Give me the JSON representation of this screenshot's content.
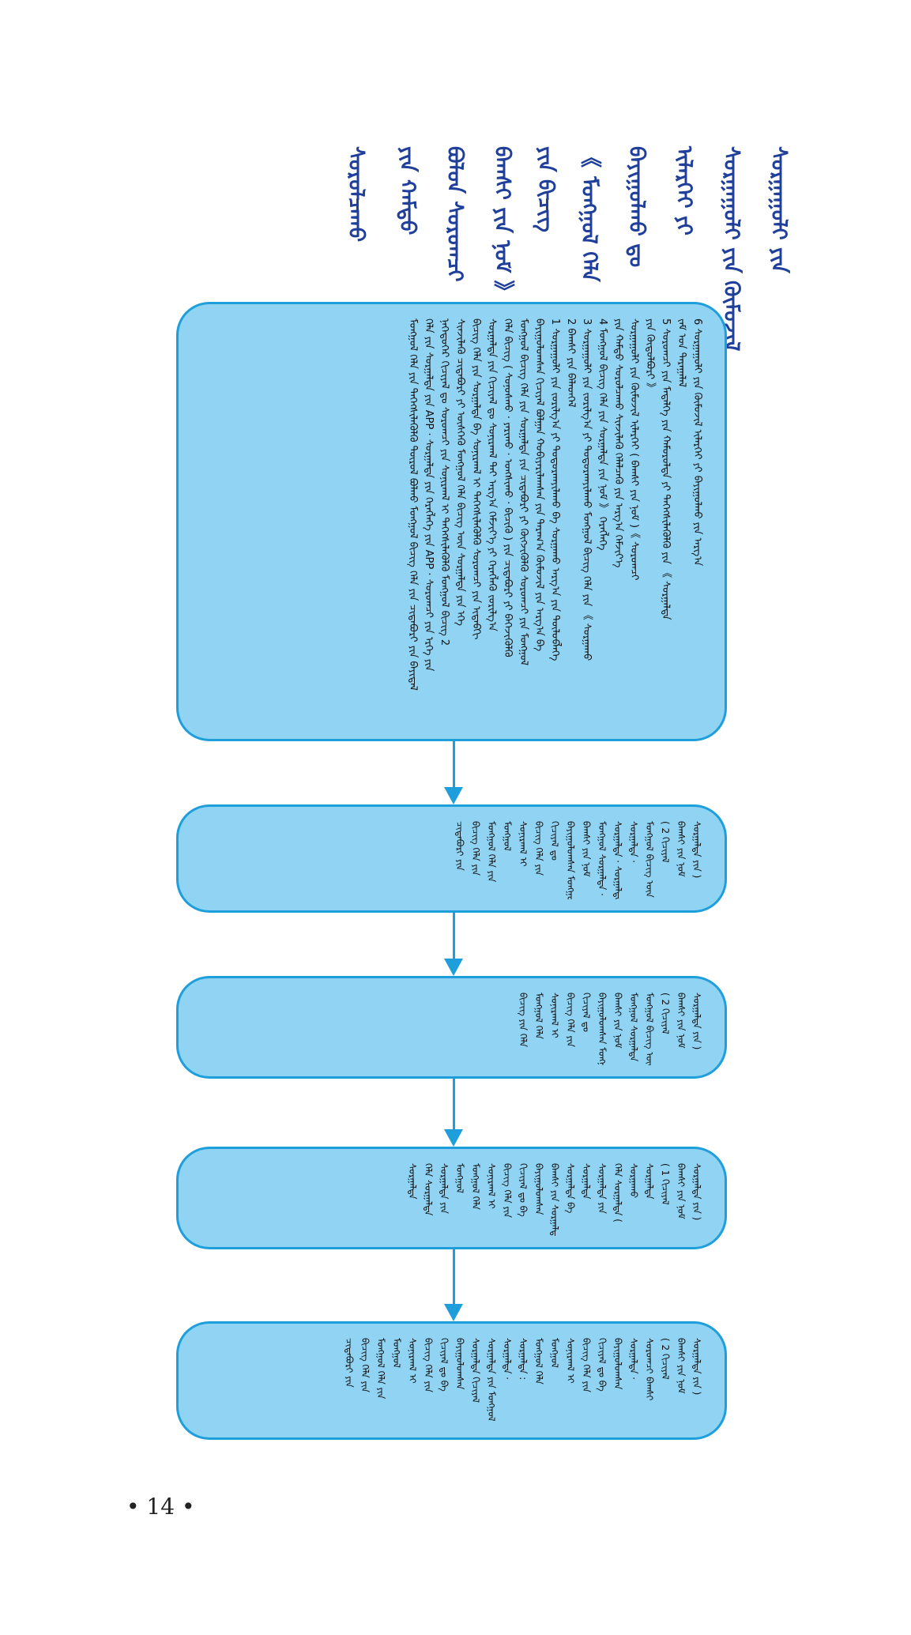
{
  "title": {
    "columns": [
      "ᠰᠤᠷᠭᠠᠭᠤᠯᠢ ᠶᠢᠨ",
      "ᠰᠤᠷᠭᠠᠭᠤᠯᠢ ᠶᠢᠨ ᠬᠥᠮᠦᠵᠢᠯ",
      "ᠢᠯᠡᠷᠬᠡᠢ ᠶᠢ",
      "ᠪᠠᠶᠢᠭᠤᠯᠬᠤ ᠳᠤ",
      "《 ᠮᠣᠩᠭᠣᠯ ᠬᠡᠯᠡ",
      "ᠶᠢᠨ ᠪᠢᠴᠢᠭ",
      "ᠪᠠᠭᠰᠢ ᠶᠢᠨ ᠨᠣᠮ 》",
      "ᠪᠣᠯᠤᠨ ᠰᠤᠷᠤᠭᠴᠢ",
      "ᠶᠢᠨ ᠬᠠᠮᠲᠤ",
      "ᠰᠤᠷᠤᠯᠴᠠᠬᠤ"
    ]
  },
  "box1": {
    "lines": [
      "6 ᠰᠤᠷᠭᠠᠭᠤᠯᠢ ᠶᠢᠨ ᠬᠥᠮᠦᠵᠢᠯ ᠢᠯᠡᠷᠬᠡᠢ ᠶᠢ ᠪᠠᠶᠢᠭᠤᠯᠬᠤ ᠶᠢᠨ ᠠᠷᠭ᠎ᠠ",
      "ᠵᠠᠮ ᠤᠨ ᠳᠠᠷᠠᠭᠠᠯᠠᠯ",
      "5 ᠰᠤᠷᠤᠭᠴᠢ ᠶᠢᠨ ᠮᠡᠳᠡᠯᠭᠡ ᠶᠢᠨ ᠬᠠᠮᠤᠷᠤᠯᠲᠠ ᠶᠢ ᠳᠡᠭᠡᠭᠰᠢᠯᠡᠭᠦᠯᠬᠦ ᠶᠢᠨ 《 ᠰᠤᠷᠭᠠᠯᠲᠠ",
      "ᠶᠢᠨ ᠬᠥᠲᠦᠯᠪᠦᠷᠢ 》",
      "ᠰᠤᠷᠭᠠᠭᠤᠯᠢ ᠶᠢᠨ ᠬᠥᠮᠦᠵᠢᠯ ᠢᠯᠡᠷᠬᠡᠢ ( ᠪᠠᠭᠰᠢ ᠶᠢᠨ ᠨᠣᠮ )《 ᠰᠤᠷᠤᠭᠴᠢ",
      "ᠶᠢᠨ ᠬᠠᠮᠲᠤ ᠰᠤᠷᠤᠯᠴᠠᠬᠤ ᠰᠢᠨᠵᠢᠯᠡᠬᠦ ᠬᠡᠯᠡᠯᠴᠡᠬᠦ ᠶᠢᠨ ᠠᠷᠭ᠎ᠠ ᠬᠡᠮᠵᠢᠶ᠎ᠡ",
      "4 ᠮᠣᠩᠭᠣᠯ ᠪᠢᠴᠢᠭ ᠬᠡᠯᠡ ᠶᠢᠨ ᠰᠤᠷᠭᠠᠯᠲᠠ ᠶᠢᠨ ᠨᠣᠮ 》 ᠬᠡᠷᠡᠭᠯᠡᠭᠡ",
      "3 ᠰᠤᠷᠭᠠᠭᠤᠯᠢ ᠶᠢᠨ ᠵᠣᠷᠢᠯᠭ᠎ᠠ ᠶᠢ ᠲᠣᠳᠣᠷᠬᠠᠶᠢᠯᠠᠬᠤ ᠮᠣᠩᠭᠣᠯ ᠪᠢᠴᠢᠭ ᠬᠡᠯᠡ ᠶᠢᠨ 《 ᠰᠤᠷᠭᠠᠬᠤ",
      "2 ᠪᠠᠭᠰᠢ ᠶᠢᠨ ᠪᠡᠯᠡᠳᠬᠡᠯ",
      "1 ᠰᠤᠷᠭᠠᠭᠤᠯᠢ ᠶᠢᠨ ᠵᠣᠷᠢᠯᠭ᠎ᠠ ᠶᠢ ᠲᠣᠳᠣᠷᠬᠠᠶᠢᠯᠠᠬᠤ ᠪᠠ ᠰᠤᠷᠭᠠᠬᠤ ᠠᠷᠭ᠎ᠠ ᠶᠢᠨ ᠲᠥᠯᠥᠪᠯᠡᠭᠡ",
      "ᠪᠠᠶᠢᠭᠤᠯᠤᠭᠰᠠᠨ ᠬᠢᠴᠢᠶᠡᠯ ᠪᠣᠯᠭᠠᠨ ᠬᠤᠪᠢᠶᠠᠷᠢᠯᠠᠭᠰᠠᠨ ᠶᠢᠨ ᠳᠠᠷᠠᠭ᠎ᠠ ᠬᠥᠮᠦᠵᠢᠯ ᠶᠢᠨ ᠠᠷᠭ᠎ᠠ ᠪᠠ",
      "ᠮᠣᠩᠭᠣᠯ ᠪᠢᠴᠢᠭ ᠬᠡᠯᠡ ᠶᠢᠨ ᠰᠤᠷᠭᠠᠯᠲᠠ ᠶᠢᠨ ᠴᠢᠳᠠᠪᠤᠷᠢ ᠶᠢ ᠬᠥᠭᠵᠢᠭᠦᠯᠬᠦ ᠰᠤᠷᠤᠭᠴᠢ ᠶᠢᠨ ᠮᠣᠩᠭᠣᠯ",
      "ᠬᠡᠯᠡ ᠪᠢᠴᠢᠭ ( ᠰᠣᠨᠣᠰᠬᠤ · ᠶᠠᠷᠢᠬᠤ · ᠤᠩᠰᠢᠬᠤ · ᠪᠢᠴᠢᠬᠦ ) ᠶᠢᠨ ᠴᠢᠳᠠᠪᠤᠷᠢ ᠶᠢ ᠪᠡᠬᠡᠵᠢᠭᠦᠯᠬᠦ",
      "ᠰᠤᠷᠭᠠᠯᠲᠠ ᠶᠢᠨ ᠬᠢᠴᠢᠶᠡᠯ ᠳᠤ ᠰᠣᠨᠢᠷᠬᠠᠯ ᠲᠠᠢ ᠠᠷᠭ᠎ᠠ ᠬᠡᠮᠵᠢᠶ᠎ᠡ ᠶᠢ ᠬᠡᠷᠡᠭᠯᠡᠬᠦ ᠵᠣᠷᠢᠯᠭ᠎ᠠ",
      "ᠪᠢᠴᠢᠭ ᠬᠡᠯᠡ ᠶᠢᠨ ᠰᠤᠷᠭᠠᠯᠲᠠ ᠪᠠ ᠰᠣᠨᠢᠷᠬᠠᠯ ᠢ ᠳᠡᠭᠡᠭᠰᠢᠯᠡᠭᠦᠯᠬᠦ ᠰᠤᠷᠤᠭᠴᠢ ᠶᠢᠨ ᠢᠳᠡᠪᠬᠢ",
      "ᠰᠢᠨᠵᠢᠯᠡᠬᠦ ᠴᠢᠳᠠᠪᠤᠷᠢ ᠶᠢ ᠥᠰᠬᠡᠬᠦ ᠮᠣᠩᠭᠣᠯ ᠬᠡᠯᠡ ᠪᠢᠴᠢᠭ ᠦᠨ ᠰᠤᠷᠭᠠᠯᠲᠠ ᠶᠢᠨ ᠡᠬᠡ",
      "ᠨᠡᠭᠡᠳᠦᠭᠡᠷ ᠬᠢᠴᠢᠶᠡᠯ ᠳᠤ ᠰᠤᠷᠤᠭᠴᠢ ᠶᠢᠨ ᠰᠣᠨᠢᠷᠬᠠᠯ ᠢ ᠳᠡᠭᠡᠭᠰᠢᠯᠡᠭᠦᠯᠬᠦ ᠮᠣᠩᠭᠣᠯ ᠪᠢᠴᠢᠭ 2",
      "ᠬᠡᠯᠡ ᠶᠢᠨ ᠰᠤᠷᠭᠠᠯᠲᠠ ᠶᠢᠨ APP · ᠰᠤᠷᠭᠠᠯᠲᠠ ᠶᠢᠨ ᠬᠡᠷᠡᠭᠯᠡᠭᠡ ᠶᠢᠨ APP · ᠰᠤᠷᠤᠭᠴᠢ ᠶᠢᠨ ᠡᠷᠬᠡ ᠶᠢᠨ",
      "ᠮᠣᠩᠭᠣᠯ ᠬᠡᠯᠡ ᠶᠢᠨ ᠳᠡᠭᠡᠭᠰᠢᠯᠡᠭᠦᠯᠬᠦ ᠲᠥᠷᠥᠯ ᠪᠣᠯᠬᠤ ᠮᠣᠩᠭᠣᠯ ᠪᠢᠴᠢᠭ ᠬᠡᠯᠡ ᠶᠢᠨ ᠴᠢᠳᠠᠪᠤᠷᠢ ᠶᠢᠨ ᠪᠠᠶᠢᠳᠠᠯ"
    ]
  },
  "box2": {
    "lines": [
      "ᠰᠤᠷᠭᠠᠯᠲᠠ ᠶᠢᠨ )",
      "ᠪᠠᠭᠰᠢ ᠶᠢᠨ ᠨᠣᠮ",
      "( 2 ᠬᠢᠴᠢᠶᠡᠯ",
      "ᠮᠣᠩᠭᠣᠯ ᠪᠢᠴᠢᠭ ᠦᠨ",
      "ᠰᠤᠷᠭᠠᠯᠲᠠ ·",
      "ᠰᠤᠷᠭᠠᠯᠲᠠ · ᠰᠤᠷᠭᠠᠯᠲᠠ",
      "ᠮᠣᠩᠭᠣᠯ ᠰᠤᠷᠭᠠᠯᠲᠠ ·",
      "ᠪᠠᠭᠰᠢ ᠶᠢᠨ ᠨᠣᠮ",
      "ᠪᠠᠶᠢᠭᠤᠯᠤᠭᠰᠠᠨ ᠮᠣᠩᠭᠣᠯ",
      "ᠬᠢᠴᠢᠶᠡᠯ ᠳᠤ",
      "ᠪᠢᠴᠢᠭ ᠬᠡᠯᠡ ᠶᠢᠨ",
      "ᠰᠣᠨᠢᠷᠬᠠᠯ ᠢ",
      "ᠮᠣᠩᠭᠣᠯ",
      "ᠮᠣᠩᠭᠣᠯ ᠬᠡᠯᠡ ᠶᠢᠨ",
      "ᠪᠢᠴᠢᠭ ᠬᠡᠯᠡ ᠶᠢᠨ",
      "ᠴᠢᠳᠠᠪᠤᠷᠢ ᠶᠢᠨ"
    ]
  },
  "box3": {
    "lines": [
      "ᠰᠤᠷᠭᠠᠯᠲᠠ ᠶᠢᠨ )",
      "ᠪᠠᠭᠰᠢ ᠶᠢᠨ ᠨᠣᠮ",
      "( 2 ᠬᠢᠴᠢᠶᠡᠯ",
      "ᠮᠣᠩᠭᠣᠯ ᠪᠢᠴᠢᠭ ᠦᠨ",
      "ᠮᠣᠩᠭᠣᠯ ᠰᠤᠷᠭᠠᠯᠲᠠ ·",
      "ᠪᠠᠭᠰᠢ ᠶᠢᠨ ᠨᠣᠮ",
      "ᠪᠠᠶᠢᠭᠤᠯᠤᠭᠰᠠᠨ ᠮᠣᠩᠭᠣᠯ",
      "ᠬᠢᠴᠢᠶᠡᠯ ᠳᠤ",
      "ᠪᠢᠴᠢᠭ ᠬᠡᠯᠡ ᠶᠢᠨ",
      "ᠰᠣᠨᠢᠷᠬᠠᠯ ᠢ",
      "ᠮᠣᠩᠭᠣᠯ ᠬᠡᠯᠡ",
      "ᠪᠢᠴᠢᠭ ᠶᠢᠨ ᠬᠡᠯᠡ"
    ]
  },
  "box4": {
    "lines": [
      "ᠰᠤᠷᠭᠠᠯᠲᠠ ᠶᠢᠨ )",
      "ᠪᠠᠭᠰᠢ ᠶᠢᠨ ᠨᠣᠮ",
      "( 1 ᠬᠢᠴᠢᠶᠡᠯ",
      "ᠰᠤᠷᠭᠠᠯᠲᠠ",
      "ᠰᠤᠷᠭᠠᠬᠤ",
      "ᠬᠡᠯᠡ ᠰᠤᠷᠭᠠᠯᠲᠠ (",
      "ᠰᠤᠷᠭᠠᠯᠲᠠ ᠶᠢᠨ",
      "ᠰᠤᠷᠭᠠᠯᠲᠠ",
      "ᠰᠤᠷᠭᠠᠯᠲᠠ ᠪᠠ",
      "ᠪᠠᠭᠰᠢ ᠶᠢᠨ ᠰᠤᠷᠭᠠᠯᠲᠠ",
      "ᠪᠠᠶᠢᠭᠤᠯᠤᠭᠰᠠᠨ",
      "ᠬᠢᠴᠢᠶᠡᠯ ᠳᠤ ᠪᠠ",
      "ᠪᠢᠴᠢᠭ ᠬᠡᠯᠡ ᠶᠢᠨ",
      "ᠰᠣᠨᠢᠷᠬᠠᠯ ᠢ",
      "ᠮᠣᠩᠭᠣᠯ ᠬᠡᠯᠡ",
      "ᠮᠣᠩᠭᠣᠯ",
      "ᠰᠤᠷᠭᠠᠯᠲᠠ ᠶᠢᠨ",
      "ᠬᠡᠯᠡ ᠰᠤᠷᠭᠠᠯᠲᠠ",
      "ᠰᠤᠷᠭᠠᠯᠲᠠ"
    ]
  },
  "box5": {
    "lines": [
      "ᠰᠤᠷᠭᠠᠯᠲᠠ ᠶᠢᠨ )",
      "ᠪᠠᠭᠰᠢ ᠶᠢᠨ ᠨᠣᠮ",
      "( 2 ᠬᠢᠴᠢᠶᠡᠯ",
      "ᠰᠤᠷᠤᠭᠴᠢ ᠪᠠᠭᠰᠢ",
      "ᠰᠤᠷᠭᠠᠯᠲᠠ ·",
      "ᠪᠠᠶᠢᠭᠤᠯᠤᠭᠰᠠᠨ",
      "ᠬᠢᠴᠢᠶᠡᠯ ᠳᠤ ᠪᠠ",
      "ᠪᠢᠴᠢᠭ ᠬᠡᠯᠡ ᠶᠢᠨ",
      "ᠰᠣᠨᠢᠷᠬᠠᠯ ᠢ",
      "ᠮᠣᠩᠭᠣᠯ",
      "ᠮᠣᠩᠭᠣᠯ ᠬᠡᠯᠡ",
      "ᠰᠤᠷᠭᠠᠯᠲᠠ :",
      "ᠰᠤᠷᠭᠠᠯᠲᠠ ·",
      "ᠰᠤᠷᠭᠠᠯᠲᠠ ᠶᠢᠨ ᠮᠣᠩᠭᠣᠯ",
      "ᠰᠤᠷᠭᠠᠯᠲᠠ ᠬᠢᠴᠢᠶᠡᠯ",
      "ᠪᠠᠶᠢᠭᠤᠯᠤᠭᠰᠠᠨ",
      "ᠬᠢᠴᠢᠶᠡᠯ ᠳᠤ ᠪᠠ",
      "ᠪᠢᠴᠢᠭ ᠬᠡᠯᠡ ᠶᠢᠨ",
      "ᠰᠣᠨᠢᠷᠬᠠᠯ ᠢ",
      "ᠮᠣᠩᠭᠣᠯ",
      "ᠮᠣᠩᠭᠣᠯ ᠬᠡᠯᠡ ᠶᠢᠨ",
      "ᠪᠢᠴᠢᠭ ᠬᠡᠯᠡ ᠶᠢᠨ",
      "ᠴᠢᠳᠠᠪᠤᠷᠢ ᠶᠢᠨ"
    ]
  },
  "footer": {
    "page_number": "• 14 •"
  },
  "colors": {
    "title": "#1f3f9a",
    "box_fill": "#90d3f3",
    "box_border": "#1e9fdb",
    "arrow": "#1e9fdb"
  }
}
